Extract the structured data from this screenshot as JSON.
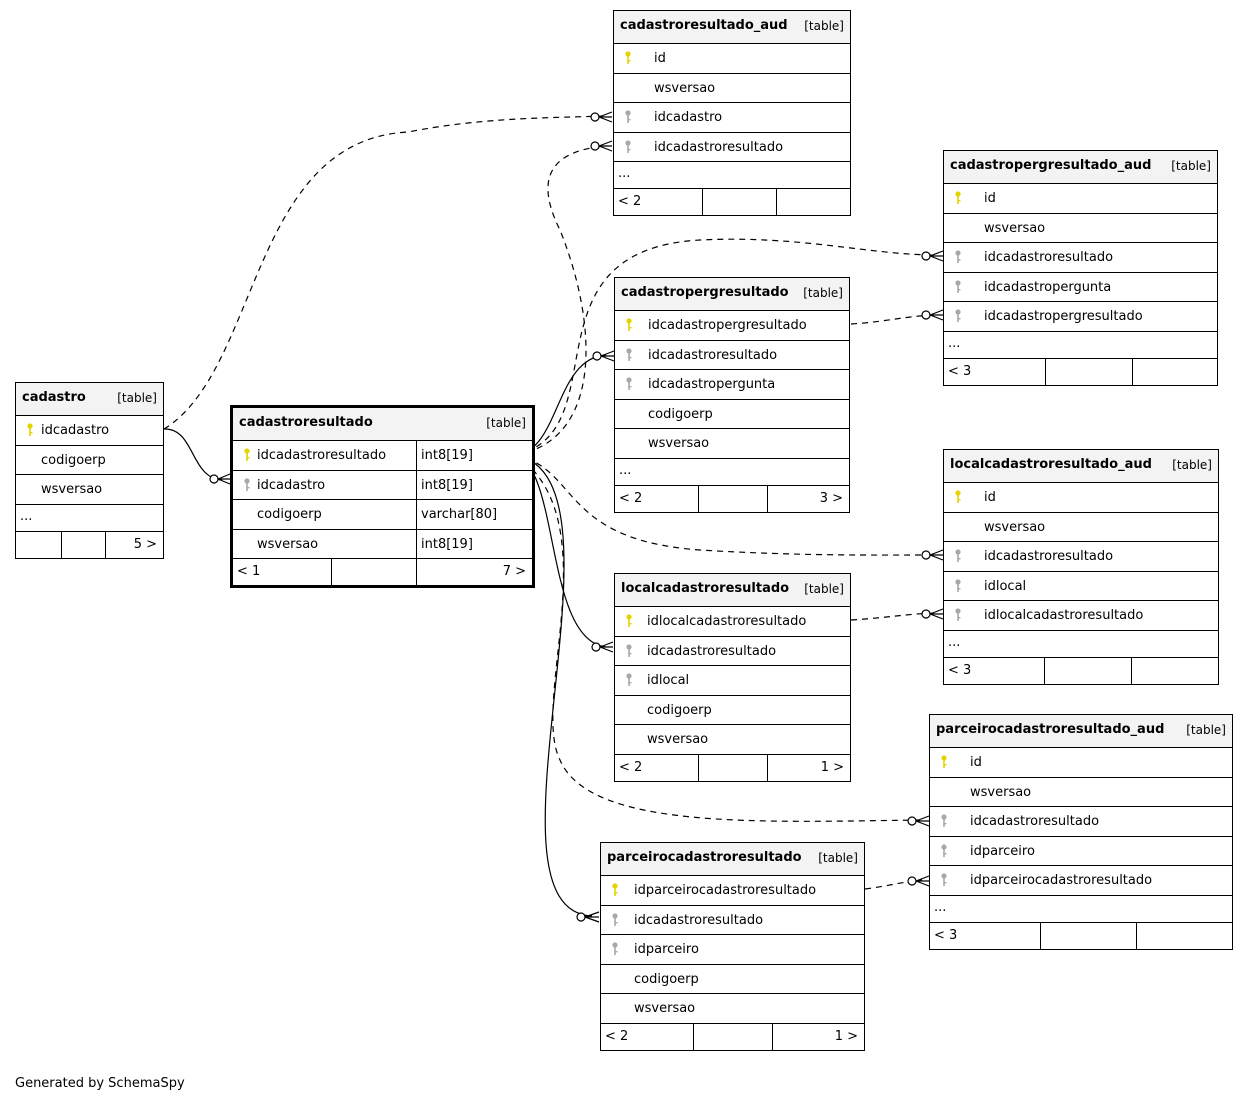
{
  "tables": {
    "cadastro": {
      "name": "cadastro",
      "type": "[table]",
      "columns": [
        "idcadastro",
        "codigoerp",
        "wsversao"
      ],
      "keys": [
        "pk",
        "",
        ""
      ],
      "ellipsis": "...",
      "footer": [
        "",
        "",
        "5 >"
      ]
    },
    "cadastroresultado": {
      "name": "cadastroresultado",
      "type": "[table]",
      "columns": [
        "idcadastroresultado",
        "idcadastro",
        "codigoerp",
        "wsversao"
      ],
      "types": [
        "int8[19]",
        "int8[19]",
        "varchar[80]",
        "int8[19]"
      ],
      "keys": [
        "pk",
        "fk",
        "",
        ""
      ],
      "footer": [
        "< 1",
        "",
        "7 >"
      ]
    },
    "cadastroresultado_aud": {
      "name": "cadastroresultado_aud",
      "type": "[table]",
      "columns": [
        "id",
        "wsversao",
        "idcadastro",
        "idcadastroresultado"
      ],
      "keys": [
        "pk",
        "",
        "fk",
        "fk"
      ],
      "ellipsis": "...",
      "footer": [
        "< 2",
        "",
        ""
      ]
    },
    "cadastropergresultado_aud": {
      "name": "cadastropergresultado_aud",
      "type": "[table]",
      "columns": [
        "id",
        "wsversao",
        "idcadastroresultado",
        "idcadastropergunta",
        "idcadastropergresultado"
      ],
      "keys": [
        "pk",
        "",
        "fk",
        "fk",
        "fk"
      ],
      "ellipsis": "...",
      "footer": [
        "< 3",
        "",
        ""
      ]
    },
    "cadastropergresultado": {
      "name": "cadastropergresultado",
      "type": "[table]",
      "columns": [
        "idcadastropergresultado",
        "idcadastroresultado",
        "idcadastropergunta",
        "codigoerp",
        "wsversao"
      ],
      "keys": [
        "pk",
        "fk",
        "fk",
        "",
        ""
      ],
      "ellipsis": "...",
      "footer": [
        "< 2",
        "",
        "3 >"
      ]
    },
    "localcadastroresultado_aud": {
      "name": "localcadastroresultado_aud",
      "type": "[table]",
      "columns": [
        "id",
        "wsversao",
        "idcadastroresultado",
        "idlocal",
        "idlocalcadastroresultado"
      ],
      "keys": [
        "pk",
        "",
        "fk",
        "fk",
        "fk"
      ],
      "ellipsis": "...",
      "footer": [
        "< 3",
        "",
        ""
      ]
    },
    "localcadastroresultado": {
      "name": "localcadastroresultado",
      "type": "[table]",
      "columns": [
        "idlocalcadastroresultado",
        "idcadastroresultado",
        "idlocal",
        "codigoerp",
        "wsversao"
      ],
      "keys": [
        "pk",
        "fk",
        "fk",
        "",
        ""
      ],
      "footer": [
        "< 2",
        "",
        "1 >"
      ]
    },
    "parceirocadastroresultado_aud": {
      "name": "parceirocadastroresultado_aud",
      "type": "[table]",
      "columns": [
        "id",
        "wsversao",
        "idcadastroresultado",
        "idparceiro",
        "idparceirocadastroresultado"
      ],
      "keys": [
        "pk",
        "",
        "fk",
        "fk",
        "fk"
      ],
      "ellipsis": "...",
      "footer": [
        "< 3",
        "",
        ""
      ]
    },
    "parceirocadastroresultado": {
      "name": "parceirocadastroresultado",
      "type": "[table]",
      "columns": [
        "idparceirocadastroresultado",
        "idcadastroresultado",
        "idparceiro",
        "codigoerp",
        "wsversao"
      ],
      "keys": [
        "pk",
        "fk",
        "fk",
        "",
        ""
      ],
      "footer": [
        "< 2",
        "",
        "1 >"
      ]
    }
  },
  "colors": {
    "pk_key": "#e6d200",
    "fk_key": "#a8a8a8",
    "header_bg": "#f3f3f3"
  },
  "footer_note": "Generated by SchemaSpy"
}
